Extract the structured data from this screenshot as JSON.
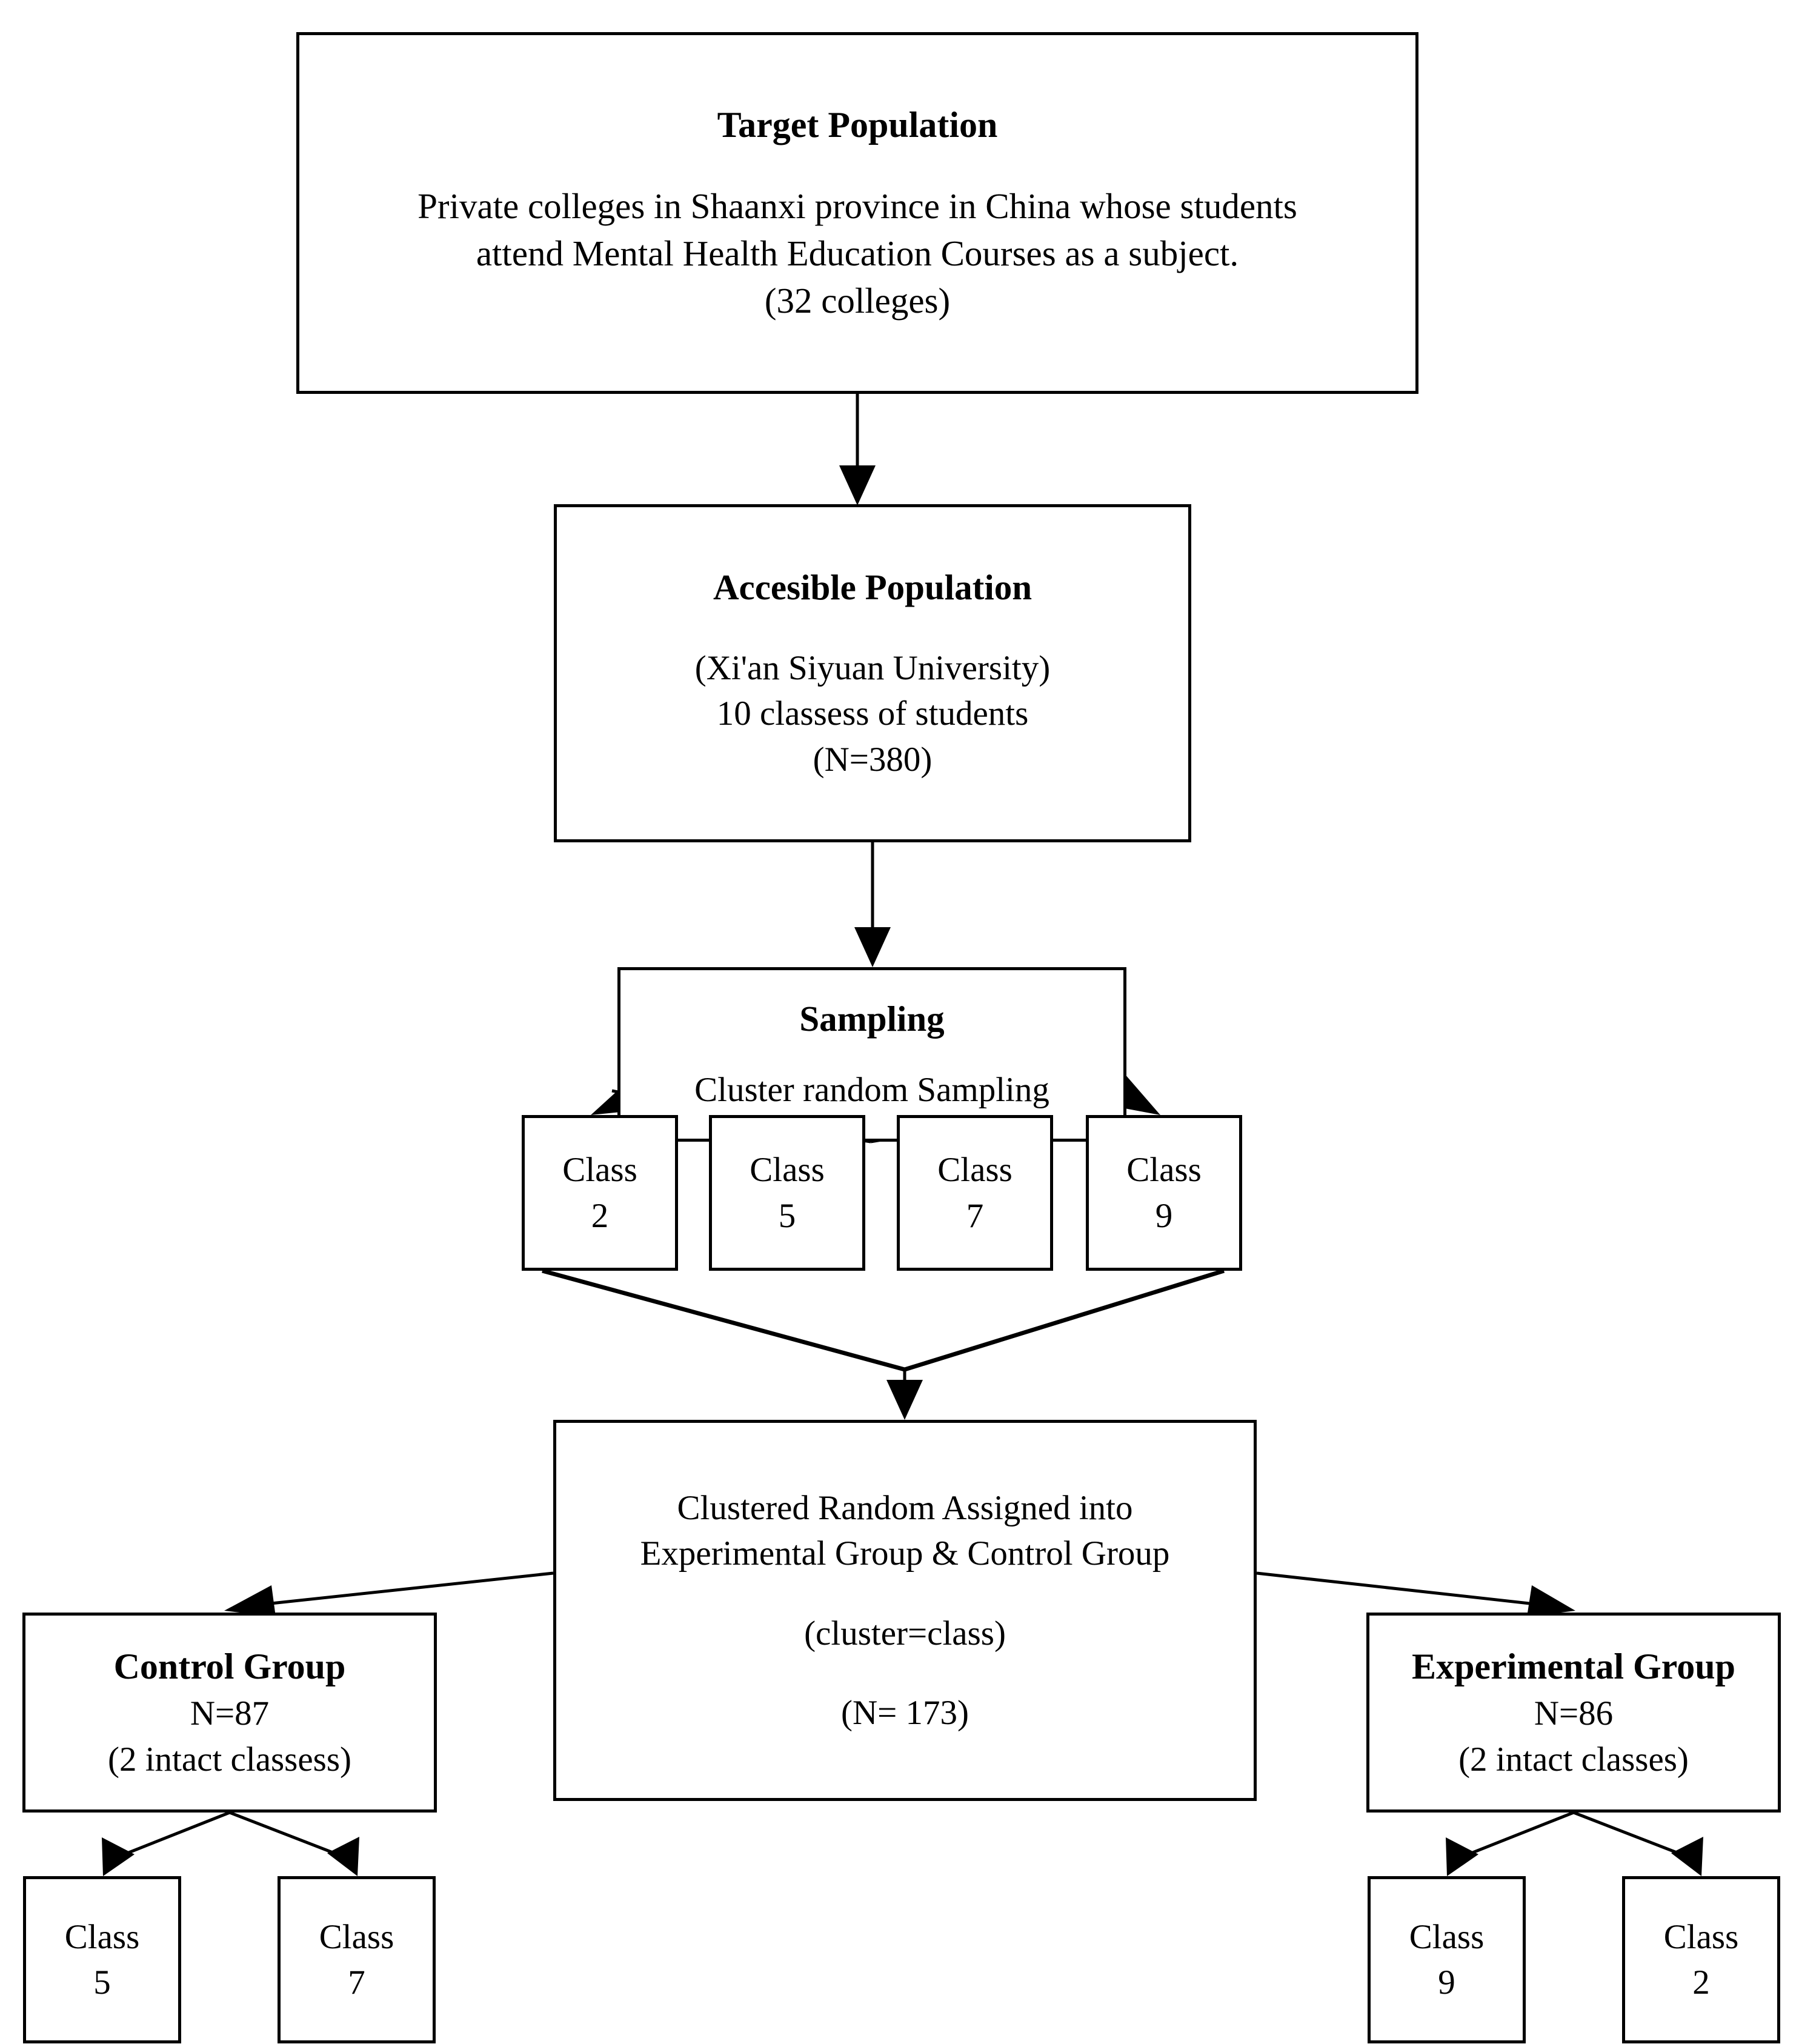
{
  "diagram": {
    "title": "Sampling and group assignment flowchart",
    "background_color": "#ffffff",
    "line_color": "#000000"
  },
  "nodes": {
    "target_population": {
      "title": "Target Population",
      "line1": "Private colleges in Shaanxi province in China whose students",
      "line2": "attend Mental Health Education Courses as a subject.",
      "line3": "(32 colleges)"
    },
    "accessible_population": {
      "title": "Accesible Population",
      "line1": "(Xi'an Siyuan University)",
      "line2": "10 classess of students",
      "line3": "(N=380)"
    },
    "sampling": {
      "title": "Sampling",
      "line1": "Cluster random Sampling"
    },
    "sampled_classes": [
      {
        "label": "Class",
        "number": "2"
      },
      {
        "label": "Class",
        "number": "5"
      },
      {
        "label": "Class",
        "number": "7"
      },
      {
        "label": "Class",
        "number": "9"
      }
    ],
    "assignment": {
      "line1": "Clustered Random Assigned into",
      "line2": "Experimental Group & Control Group",
      "line3": "(cluster=class)",
      "line4": "(N= 173)"
    },
    "control_group": {
      "title": "Control Group",
      "line1": "N=87",
      "line2": "(2 intact classess)"
    },
    "experimental_group": {
      "title": "Experimental Group",
      "line1": "N=86",
      "line2": "(2 intact classes)"
    },
    "control_group_classes": [
      {
        "label": "Class",
        "number": "5"
      },
      {
        "label": "Class",
        "number": "7"
      }
    ],
    "experimental_group_classes": [
      {
        "label": "Class",
        "number": "9"
      },
      {
        "label": "Class",
        "number": "2"
      }
    ]
  }
}
